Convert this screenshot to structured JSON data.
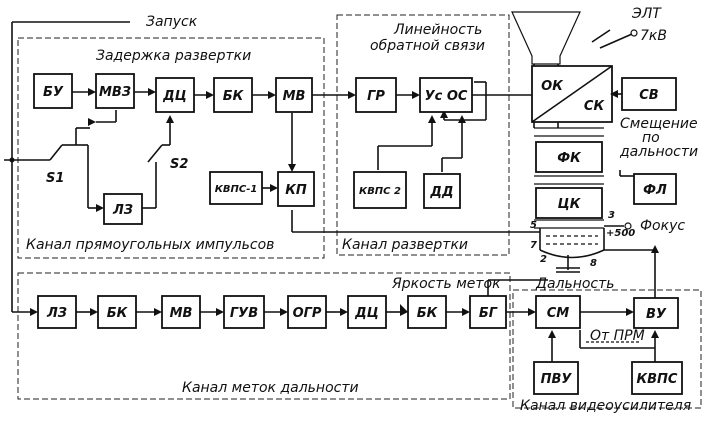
{
  "labels": {
    "zapusk": "Запуск",
    "zaderzhka": "Задержка развертки",
    "lin1": "Линейность",
    "lin2": "обратной связи",
    "kanal_pryam": "Канал прямоугольных импульсов",
    "kanal_razv": "Канал развертки",
    "yarkost": "Яркость меток",
    "kanal_metok": "Канал меток дальности",
    "dalnost": "Дальность",
    "kanal_video": "Канал видеоусилителя",
    "ot_prm": "От ПРМ",
    "ea": "ЭЛТ",
    "kv": "7кВ",
    "smesch1": "Смещение",
    "smesch2": "по",
    "smesch3": "дальности",
    "fokus": "Фокус",
    "s1": "S1",
    "s2": "S2",
    "p5": "5",
    "p7": "7",
    "p2": "2",
    "p8": "8",
    "p3": "3",
    "p500": "+500"
  },
  "blocks": {
    "bu": "БУ",
    "mvz": "МВЗ",
    "dc1": "ДЦ",
    "bk1": "БК",
    "mv1": "МВ",
    "gr": "ГР",
    "usos": "Ус ОС",
    "lz1": "ЛЗ",
    "kvps1": "КВПС-1",
    "kp": "КП",
    "kvps2": "КВПС 2",
    "dd": "ДД",
    "ok": "ОК",
    "sk": "СК",
    "sv": "СВ",
    "fk": "ФК",
    "fl": "ФЛ",
    "ck": "ЦК",
    "lz2": "ЛЗ",
    "bk2": "БК",
    "mv2": "МВ",
    "guv": "ГУВ",
    "ogr": "ОГР",
    "dc2": "ДЦ",
    "bk3": "БК",
    "bg": "БГ",
    "sm": "СМ",
    "vu": "ВУ",
    "pvu": "ПВУ",
    "kvps3": "КВПС"
  }
}
